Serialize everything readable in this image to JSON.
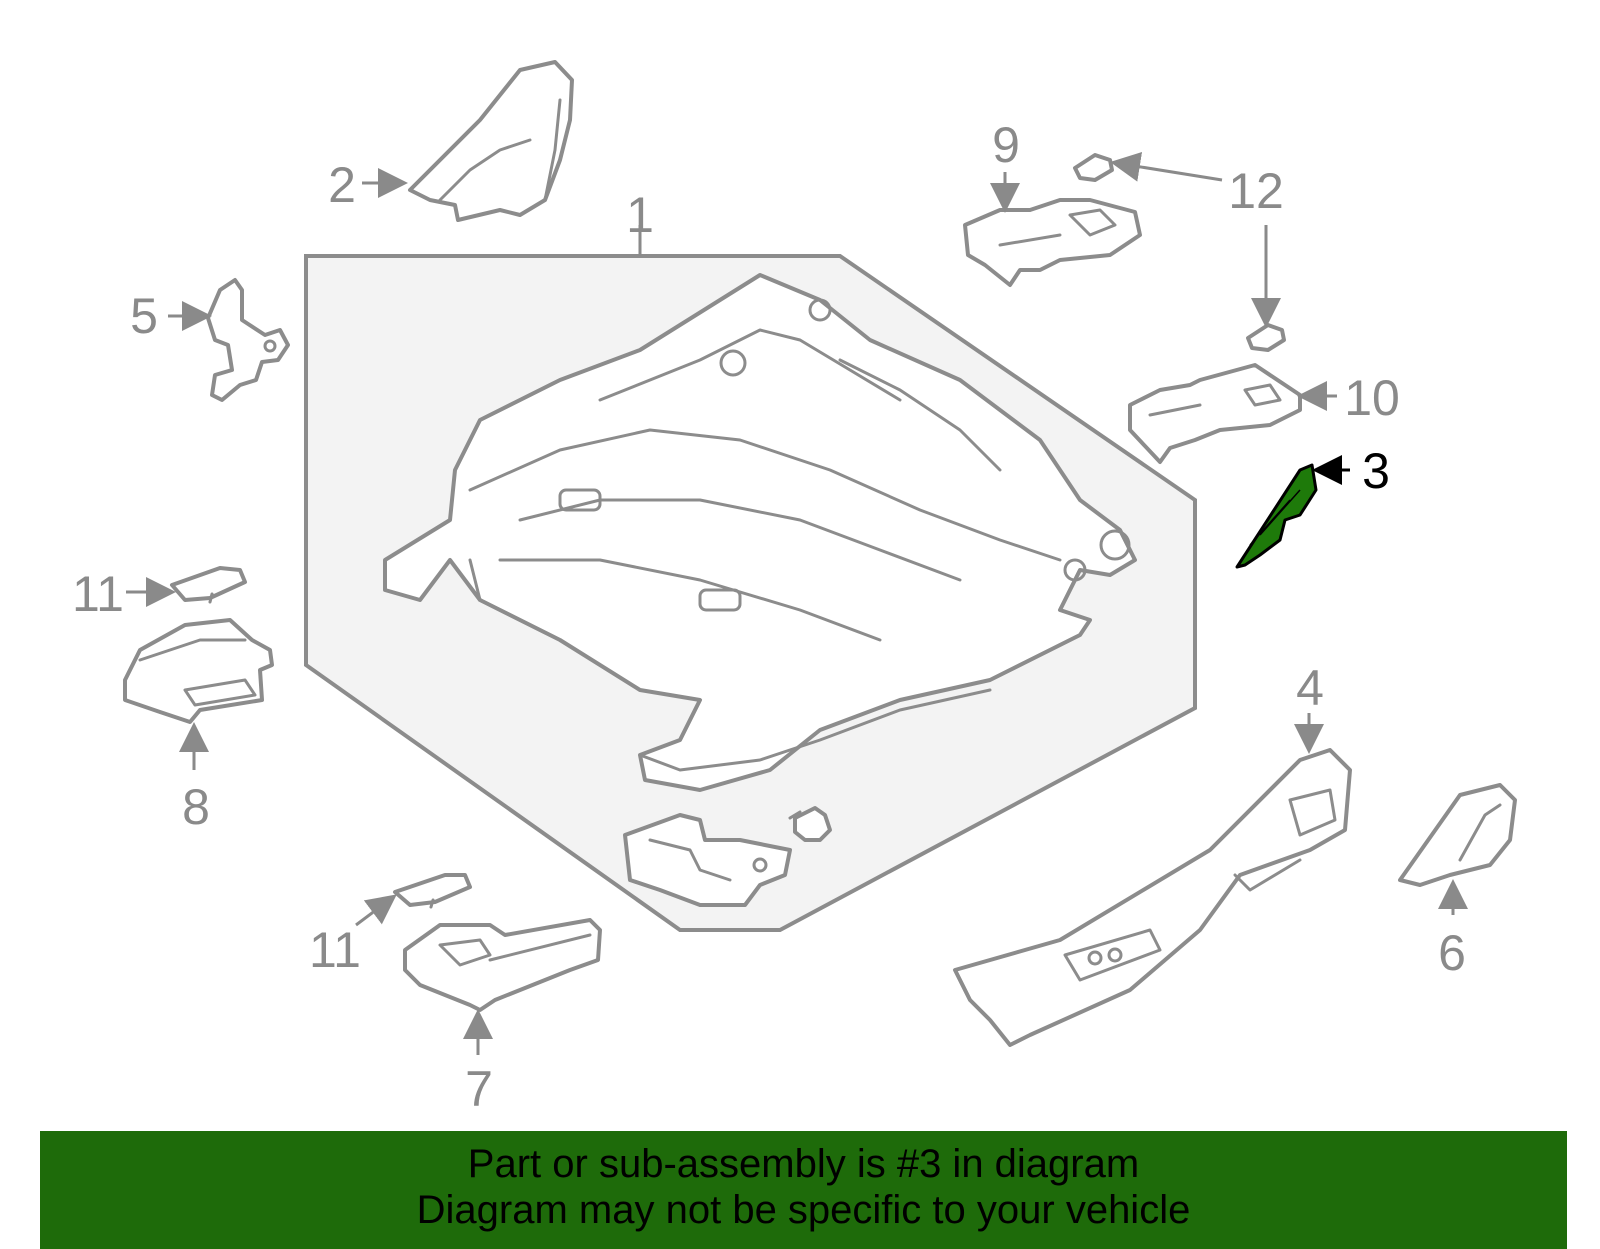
{
  "callouts": {
    "c1": "1",
    "c2": "2",
    "c3": "3",
    "c4": "4",
    "c5": "5",
    "c6": "6",
    "c7": "7",
    "c8": "8",
    "c9": "9",
    "c10": "10",
    "c11a": "11",
    "c11b": "11",
    "c12": "12"
  },
  "highlighted_part": "3",
  "colors": {
    "line_gray": "#8c8c8c",
    "highlight_green": "#1e7a0a",
    "banner_green": "#1e6b0a",
    "text_black": "#000000"
  },
  "banner": {
    "line1": "Part or sub-assembly is #3 in diagram",
    "line2": "Diagram may not be specific to your vehicle"
  }
}
